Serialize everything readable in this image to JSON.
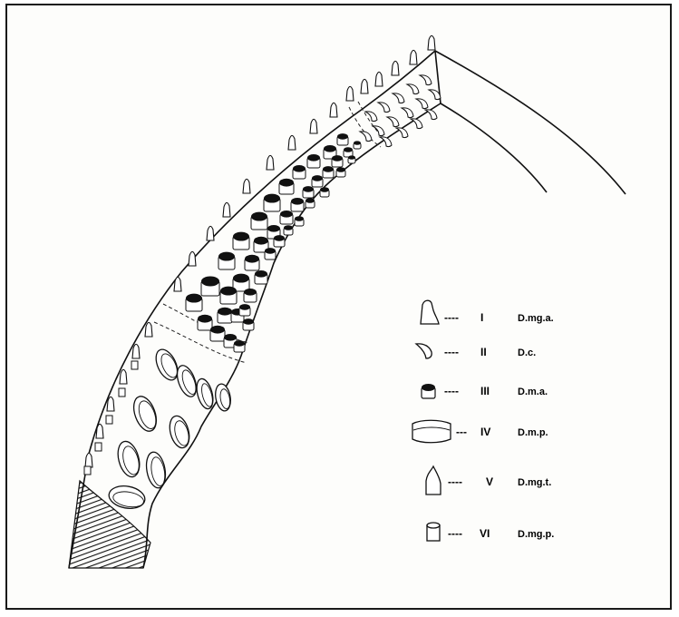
{
  "legend": {
    "items": [
      {
        "numeral": "I",
        "dashes": "----",
        "abbr": "D.mg.a.",
        "icon": "tall-hooked-tooth-icon"
      },
      {
        "numeral": "II",
        "dashes": "----",
        "abbr": "D.c.",
        "icon": "curved-claw-tooth-icon"
      },
      {
        "numeral": "III",
        "dashes": "----",
        "abbr": "D.m.a.",
        "icon": "round-cap-tooth-icon"
      },
      {
        "numeral": "IV",
        "dashes": "---",
        "abbr": "D.m.p.",
        "icon": "flat-plate-tooth-icon"
      },
      {
        "numeral": "V",
        "dashes": "----",
        "abbr": "D.mg.t.",
        "icon": "conical-tooth-icon"
      },
      {
        "numeral": "VI",
        "dashes": "----",
        "abbr": "D.mg.p.",
        "icon": "cylindrical-tooth-icon"
      }
    ]
  }
}
